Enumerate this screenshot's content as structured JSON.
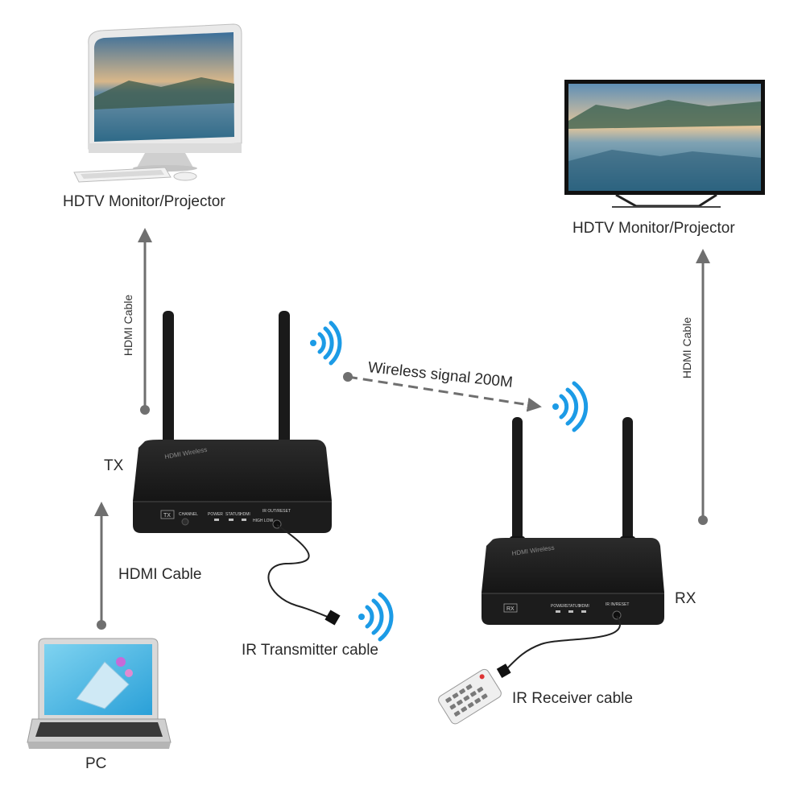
{
  "labels": {
    "monitor_left": "HDTV Monitor/Projector",
    "monitor_right": "HDTV Monitor/Projector",
    "hdmi_cable_left_vertical": "HDMI Cable",
    "hdmi_cable_right_vertical": "HDMI Cable",
    "hdmi_cable_pc": "HDMI Cable",
    "tx": "TX",
    "rx": "RX",
    "wireless": "Wireless signal 200M",
    "ir_transmitter": "IR Transmitter cable",
    "ir_receiver": "IR Receiver cable",
    "pc": "PC"
  },
  "device_panel": {
    "tx_badge": "TX",
    "rx_badge": "RX",
    "channel": "CHANNEL",
    "power": "POWER",
    "status": "STATUS",
    "hdmi": "HDMI",
    "ir_out_reset": "IR OUT/RESET",
    "ir_in_reset": "IR IN/RESET",
    "high_low": "HIGH LOW",
    "brand": "HDMI Wireless"
  },
  "colors": {
    "arrow": "#6f6f6f",
    "signal": "#1c9be6",
    "device": "#1f1f1f",
    "text": "#2a2a2a"
  }
}
